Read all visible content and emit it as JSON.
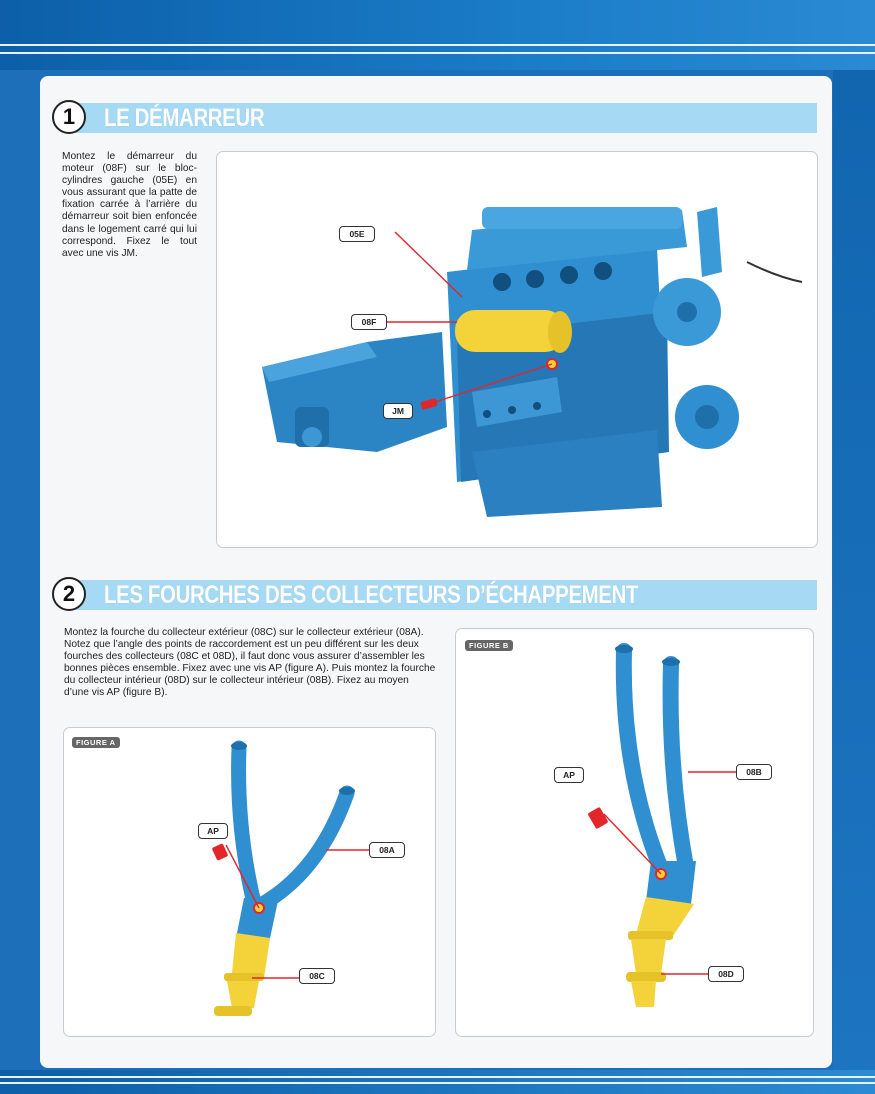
{
  "section1": {
    "number": "1",
    "title": "LE DÉMARREUR",
    "text": "Montez le démarreur du moteur (08F) sur le bloc-cylindres gauche (05E) en vous assurant que la patte de fixation carrée à l’arrière du démarreur soit bien enfoncée dans le logement carré qui lui correspond. Fixez le tout avec une vis JM.",
    "callouts": {
      "c05e": "05E",
      "c08f": "08F",
      "jm": "JM"
    }
  },
  "section2": {
    "number": "2",
    "title": "LES FOURCHES DES COLLECTEURS D’ÉCHAPPEMENT",
    "text": "Montez la fourche du collecteur extérieur (08C) sur le collecteur extérieur (08A). Notez que l’angle des points de raccordement est un peu différent sur les deux fourches des collecteurs (08C et 08D), il faut donc vous assurer d’assembler les bonnes pièces ensemble. Fixez avec une vis AP (figure A). Puis montez la fourche du collecteur intérieur (08D) sur le collecteur intérieur (08B). Fixez au moyen d’une vis AP (figure B).",
    "figure_a": {
      "label": "FIGURE A",
      "callouts": {
        "ap": "AP",
        "c08a": "08A",
        "c08c": "08C"
      }
    },
    "figure_b": {
      "label": "FIGURE B",
      "callouts": {
        "ap": "AP",
        "c08b": "08B",
        "c08d": "08D"
      }
    }
  },
  "colors": {
    "part_blue": "#2f8fd0",
    "part_yellow": "#f3d23a",
    "accent_red": "#e3262b",
    "header_bar": "#a6daf4"
  }
}
